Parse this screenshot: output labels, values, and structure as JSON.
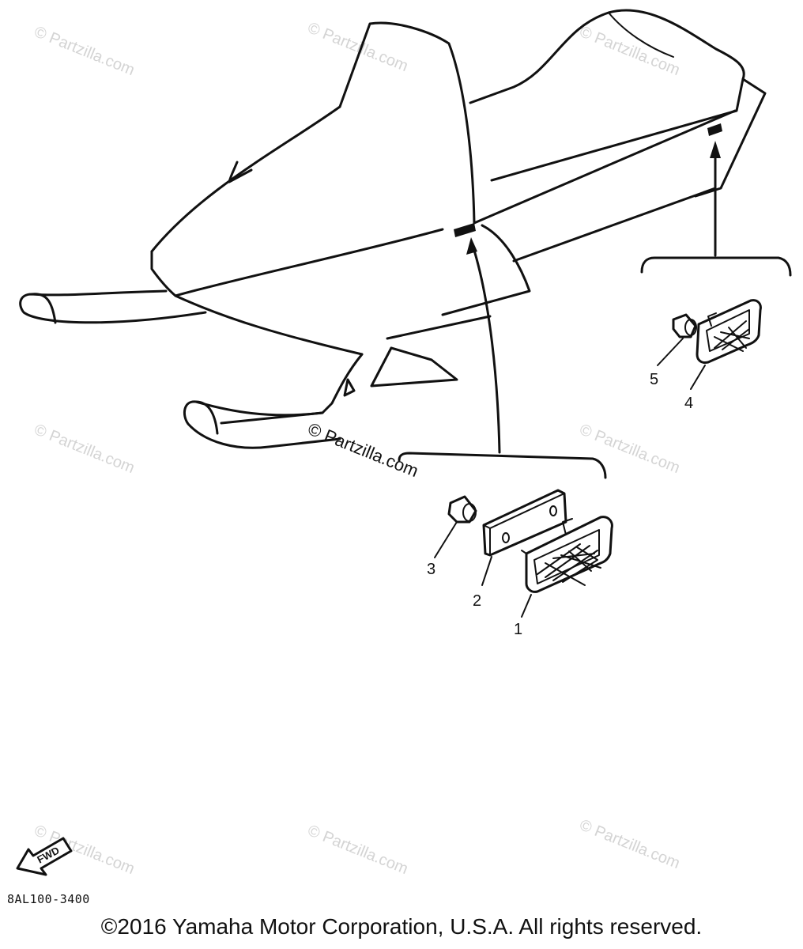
{
  "diagram": {
    "code": "8AL100-3400",
    "copyright": "©2016 Yamaha Motor Corporation, U.S.A. All rights reserved.",
    "fwd_label": "FWD",
    "watermark": "© Partzilla.com",
    "callouts": [
      "1",
      "2",
      "3",
      "4",
      "5"
    ]
  }
}
